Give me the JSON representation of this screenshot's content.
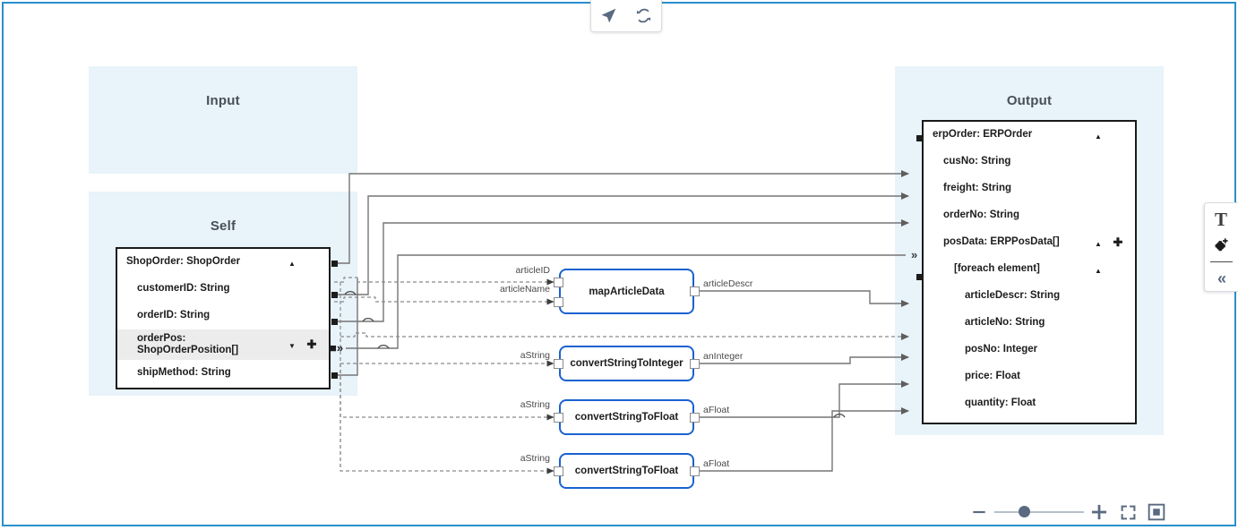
{
  "app": {
    "canvas_border_color": "#2a8fce",
    "lane_bg_color": "#e8f3fa",
    "function_node_border_color": "#1a62d0"
  },
  "top_toolbar": {
    "buttons": [
      {
        "name": "send-icon",
        "glyph": "send"
      },
      {
        "name": "refresh-icon",
        "glyph": "refresh"
      }
    ]
  },
  "right_toolbar": {
    "text_tool_label": "T",
    "buttons": [
      {
        "name": "text-tool",
        "label": "T"
      },
      {
        "name": "add-function-tool",
        "label": ""
      },
      {
        "name": "collapse-panel",
        "label": "«"
      }
    ]
  },
  "zoom_toolbar": {
    "minus_label": "−",
    "plus_label": "+",
    "slider_value": 27,
    "fullscreen_label": "fullscreen-icon",
    "fit_label": "fit-to-screen-icon"
  },
  "lanes": [
    {
      "id": "input",
      "title": "Input"
    },
    {
      "id": "self",
      "title": "Self"
    },
    {
      "id": "output",
      "title": "Output"
    }
  ],
  "self_node": {
    "title": "ShopOrder: ShopOrder",
    "collapse_glyph": "▲",
    "fields": [
      {
        "label": "customerID: String",
        "selected": false,
        "controls": []
      },
      {
        "label": "orderID: String",
        "selected": false,
        "controls": []
      },
      {
        "label": "orderPos:\nShopOrderPosition[]",
        "selected": true,
        "controls": [
          "caret-down",
          "plus"
        ]
      },
      {
        "label": "shipMethod: String",
        "selected": false,
        "controls": []
      }
    ]
  },
  "output_node": {
    "title": "erpOrder: ERPOrder",
    "collapse_glyph": "▲",
    "fields": [
      {
        "label": "cusNo: String",
        "indent": 1,
        "controls": []
      },
      {
        "label": "freight: String",
        "indent": 1,
        "controls": []
      },
      {
        "label": "orderNo: String",
        "indent": 1,
        "controls": []
      },
      {
        "label": "posData: ERPPosData[]",
        "indent": 1,
        "controls": [
          "caret-up",
          "plus"
        ]
      },
      {
        "label": "[foreach element]",
        "indent": 2,
        "controls": [
          "caret-up"
        ]
      },
      {
        "label": "articleDescr: String",
        "indent": 3,
        "controls": []
      },
      {
        "label": "articleNo: String",
        "indent": 3,
        "controls": []
      },
      {
        "label": "posNo: Integer",
        "indent": 3,
        "controls": []
      },
      {
        "label": "price: Float",
        "indent": 3,
        "controls": []
      },
      {
        "label": "quantity: Float",
        "indent": 3,
        "controls": []
      }
    ]
  },
  "function_nodes": [
    {
      "id": "map",
      "title": "mapArticleData",
      "inputs": [
        "articleID",
        "articleName"
      ],
      "outputs": [
        "articleDescr"
      ]
    },
    {
      "id": "int",
      "title": "convertStringToInteger",
      "inputs": [
        "aString"
      ],
      "outputs": [
        "anInteger"
      ]
    },
    {
      "id": "float1",
      "title": "convertStringToFloat",
      "inputs": [
        "aString"
      ],
      "outputs": [
        "aFloat"
      ]
    },
    {
      "id": "float2",
      "title": "convertStringToFloat",
      "inputs": [
        "aString"
      ],
      "outputs": [
        "aFloat"
      ]
    }
  ]
}
